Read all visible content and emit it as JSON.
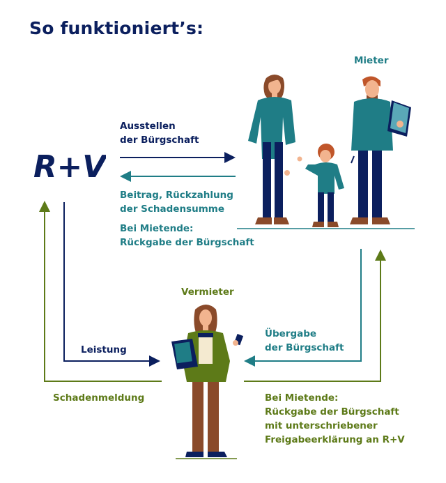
{
  "title": "So funktioniert’s:",
  "logo": {
    "text": "R+V",
    "color": "#0b1f5e"
  },
  "roles": {
    "mieter": "Mieter",
    "vermieter": "Vermieter"
  },
  "flows": {
    "ausstellen": [
      "Ausstellen",
      "der Bürgschaft"
    ],
    "beitrag": [
      "Beitrag, Rückzahlung",
      "der Schadensumme"
    ],
    "rueckgabe_mieter": [
      "Bei Mietende:",
      "Rückgabe der Bürgschaft"
    ],
    "leistung": "Leistung",
    "uebergabe": [
      "Übergabe",
      "der Bürgschaft"
    ],
    "schadenmeldung": "Schadenmeldung",
    "rueckgabe_vermieter": [
      "Bei Mietende:",
      "Rückgabe der Bürgschaft",
      "mit unterschriebener",
      "Freigabeerklärung an R+V"
    ]
  },
  "colors": {
    "navy": "#0b1f5e",
    "teal": "#1f7d86",
    "green": "#5d7a18"
  }
}
